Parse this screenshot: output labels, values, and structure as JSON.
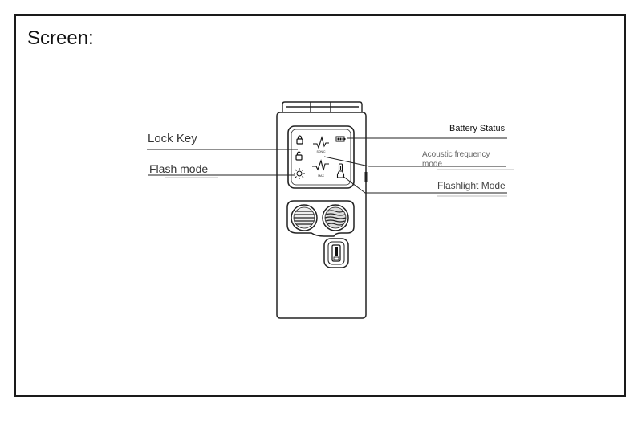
{
  "title": "Screen:",
  "labels": {
    "lock_key": "Lock Key",
    "flash_mode": "Flash mode",
    "battery_status": "Battery Status",
    "acoustic_frequency_mode": "Acoustic frequency mode",
    "flashlight_mode": "Flashlight Mode"
  },
  "screen": {
    "sonic_label": "SONIC",
    "max_label": "MAX"
  },
  "icons": [
    "lock-icon",
    "unlock-icon",
    "sun-icon",
    "waveform-icon",
    "battery-icon",
    "flashlight-icon",
    "speaker-grille-icon"
  ]
}
